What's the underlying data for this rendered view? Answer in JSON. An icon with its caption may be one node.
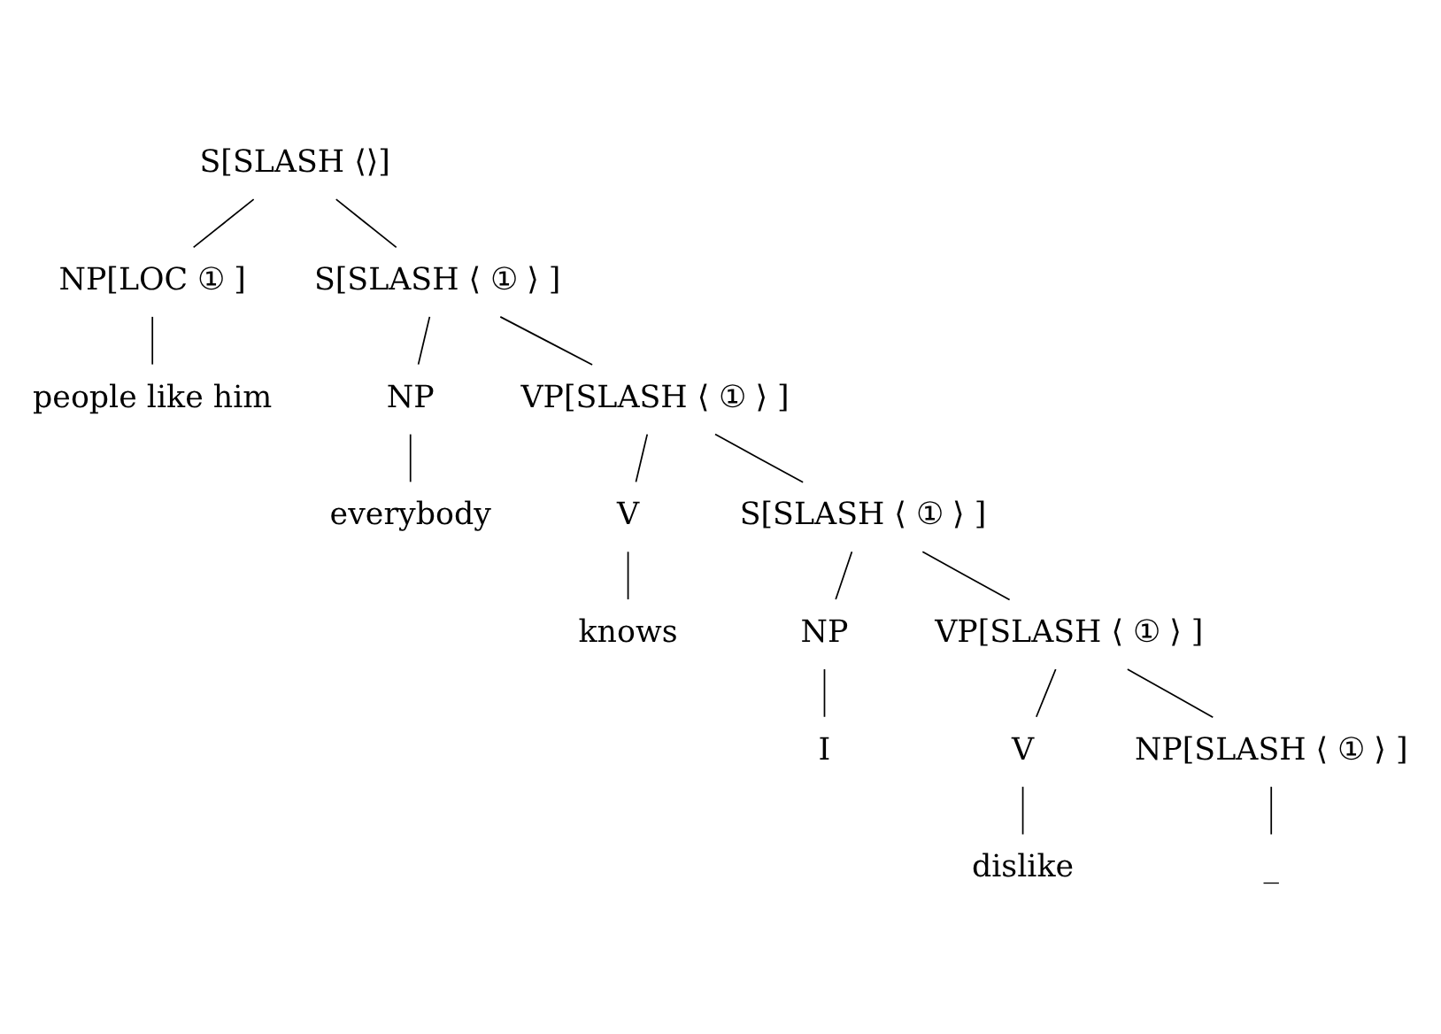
{
  "diagram": {
    "nodes": [
      {
        "text": [
          "S[SLASH ⟨⟩]"
        ]
      },
      {
        "text": [
          "NP[LOC ① ]"
        ]
      },
      {
        "text": [
          "S[SLASH ⟨ ① ⟩ ]"
        ]
      },
      {
        "text": [
          "people like him"
        ]
      },
      {
        "text": [
          "NP"
        ]
      },
      {
        "text": [
          "VP[SLASH ⟨ ① ⟩ ]"
        ]
      },
      {
        "text": [
          "everybody"
        ]
      },
      {
        "text": [
          "V"
        ]
      },
      {
        "text": [
          "S[SLASH ⟨ ① ⟩ ]"
        ]
      },
      {
        "text": [
          "knows"
        ]
      },
      {
        "text": [
          "NP"
        ]
      },
      {
        "text": [
          "VP[SLASH ⟨ ① ⟩ ]"
        ]
      },
      {
        "text": [
          "I"
        ]
      },
      {
        "text": [
          "V"
        ]
      },
      {
        "text": [
          "NP[SLASH ⟨ ① ⟩ ]"
        ]
      },
      {
        "text": [
          "dislike"
        ]
      },
      {
        "text": [
          "_"
        ]
      }
    ],
    "edges": [
      {
        "from": 0,
        "to": 1,
        "arrow": "none"
      },
      {
        "from": 0,
        "to": 2,
        "arrow": "none"
      },
      {
        "from": 1,
        "to": 3,
        "arrow": "none"
      },
      {
        "from": 2,
        "to": 4,
        "arrow": "none"
      },
      {
        "from": 2,
        "to": 5,
        "arrow": "none"
      },
      {
        "from": 4,
        "to": 6,
        "arrow": "none"
      },
      {
        "from": 5,
        "to": 7,
        "arrow": "none"
      },
      {
        "from": 5,
        "to": 8,
        "arrow": "none"
      },
      {
        "from": 7,
        "to": 9,
        "arrow": "none"
      },
      {
        "from": 8,
        "to": 10,
        "arrow": "none"
      },
      {
        "from": 8,
        "to": 11,
        "arrow": "none"
      },
      {
        "from": 10,
        "to": 12,
        "arrow": "none"
      },
      {
        "from": 11,
        "to": 13,
        "arrow": "none"
      },
      {
        "from": 11,
        "to": 14,
        "arrow": "none"
      },
      {
        "from": 13,
        "to": 15,
        "arrow": "none"
      },
      {
        "from": 14,
        "to": 16,
        "arrow": "none"
      }
    ]
  }
}
